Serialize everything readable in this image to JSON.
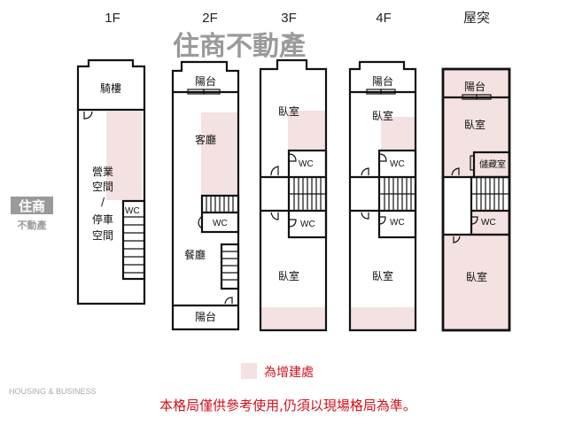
{
  "floors": [
    {
      "label": "1F",
      "rooms": {
        "arcade": "騎樓",
        "space_a": "營業",
        "space_b": "空間",
        "slash": "/",
        "space_c": "停車",
        "space_d": "空間",
        "wc": "WC"
      }
    },
    {
      "label": "2F",
      "rooms": {
        "balcony_top": "陽台",
        "living": "客廳",
        "wc": "WC",
        "dining": "餐廳",
        "balcony_bottom": "陽台"
      }
    },
    {
      "label": "3F",
      "rooms": {
        "bedroom_front": "臥室",
        "wc_upper": "WC",
        "wc_lower": "WC",
        "bedroom_back": "臥室"
      }
    },
    {
      "label": "4F",
      "rooms": {
        "balcony": "陽台",
        "bedroom_front": "臥室",
        "wc_upper": "WC",
        "wc_lower": "WC",
        "bedroom_back": "臥室"
      }
    },
    {
      "label": "屋突",
      "rooms": {
        "balcony": "陽台",
        "bedroom_front": "臥室",
        "storage": "儲藏室",
        "wc": "WC",
        "bedroom_back": "臥室"
      }
    }
  ],
  "legend": {
    "label": "為增建處",
    "color": "#f4e1e1"
  },
  "disclaimer": "本格局僅供參考使用,仍須以現場格局為準。",
  "watermark": {
    "brand_big": "住商不動產",
    "logo_top": "住商",
    "logo_bottom": "不動產",
    "tagline": "HOUSING & BUSINESS"
  },
  "colors": {
    "wall": "#111111",
    "added_area": "#f4e1e1",
    "disclaimer": "#d0101a"
  }
}
